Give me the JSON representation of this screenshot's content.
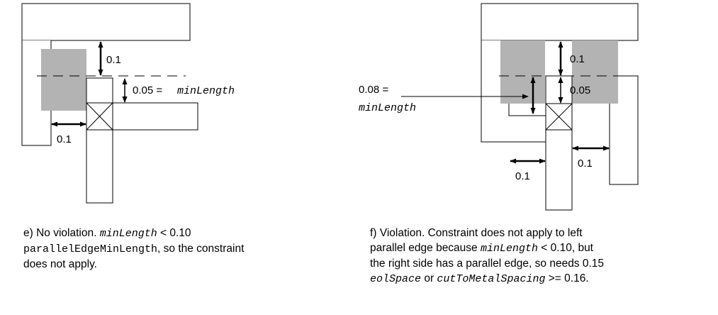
{
  "colors": {
    "shade": "#b3b3b3",
    "stroke": "#000000",
    "background": "#ffffff"
  },
  "diagram_e": {
    "label_top_spacing": "0.1",
    "label_min_length_value": "0.05 =",
    "label_min_length_name": "minLength",
    "label_side_spacing": "0.1"
  },
  "diagram_f": {
    "label_min_length_value": "0.08 =",
    "label_min_length_name": "minLength",
    "label_top_spacing": "0.1",
    "label_small_spacing": "0.05",
    "label_left_spacing": "0.1",
    "label_right_spacing": "0.1"
  },
  "caption_e": {
    "t1": "e) No violation. ",
    "c1": "minLength",
    "t2": " < 0.10",
    "c2": "parallelEdgeMinLength",
    "t3": ", so the constraint",
    "t4": "does not apply."
  },
  "caption_f": {
    "t1": "f) Violation. Constraint does not apply to left",
    "t2": "parallel edge because ",
    "c1": "minLength",
    "t3": " < 0.10, but",
    "t4": "the right side has a parallel edge, so needs 0.15",
    "c2": "eolSpace",
    "t5": " or ",
    "c3": "cutToMetalSpacing",
    "t6": " >= 0.16."
  }
}
